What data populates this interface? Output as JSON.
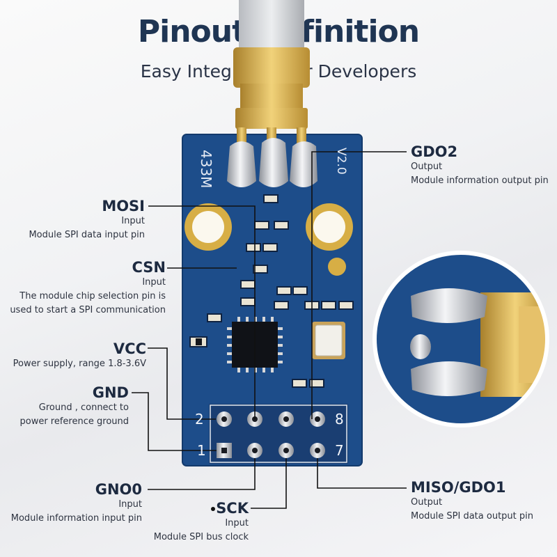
{
  "title": "Pinout Definition",
  "subtitle": "Easy Integration for Developers",
  "board": {
    "model": "433M",
    "version": "V2.0",
    "pin_numbers": {
      "top_left": "2",
      "top_right": "8",
      "bottom_left": "1",
      "bottom_right": "7"
    },
    "colors": {
      "pcb": "#1d4d8a",
      "gold": "#d7ae45",
      "header": "#1a3e72"
    }
  },
  "pins": {
    "mosi": {
      "name": "MOSI",
      "type": "Input",
      "desc": "Module SPI data input pin"
    },
    "csn": {
      "name": "CSN",
      "type": "Input",
      "desc1": "The module chip selection pin is",
      "desc2": "used to start a SPI communication"
    },
    "vcc": {
      "name": "VCC",
      "desc": "Power supply, range 1.8-3.6V"
    },
    "gnd": {
      "name": "GND",
      "desc1": "Ground , connect to",
      "desc2": "power reference ground"
    },
    "gdo0": {
      "name": "GNO0",
      "type": "Input",
      "desc": "Module information input pin"
    },
    "sck": {
      "name": "SCK",
      "type": "Input",
      "desc": "Module SPI bus clock"
    },
    "gdo2": {
      "name": "GDO2",
      "type": "Output",
      "desc": "Module information output pin"
    },
    "miso": {
      "name": "MISO/GDO1",
      "type": "Output",
      "desc": "Module SPI data output pin"
    }
  }
}
